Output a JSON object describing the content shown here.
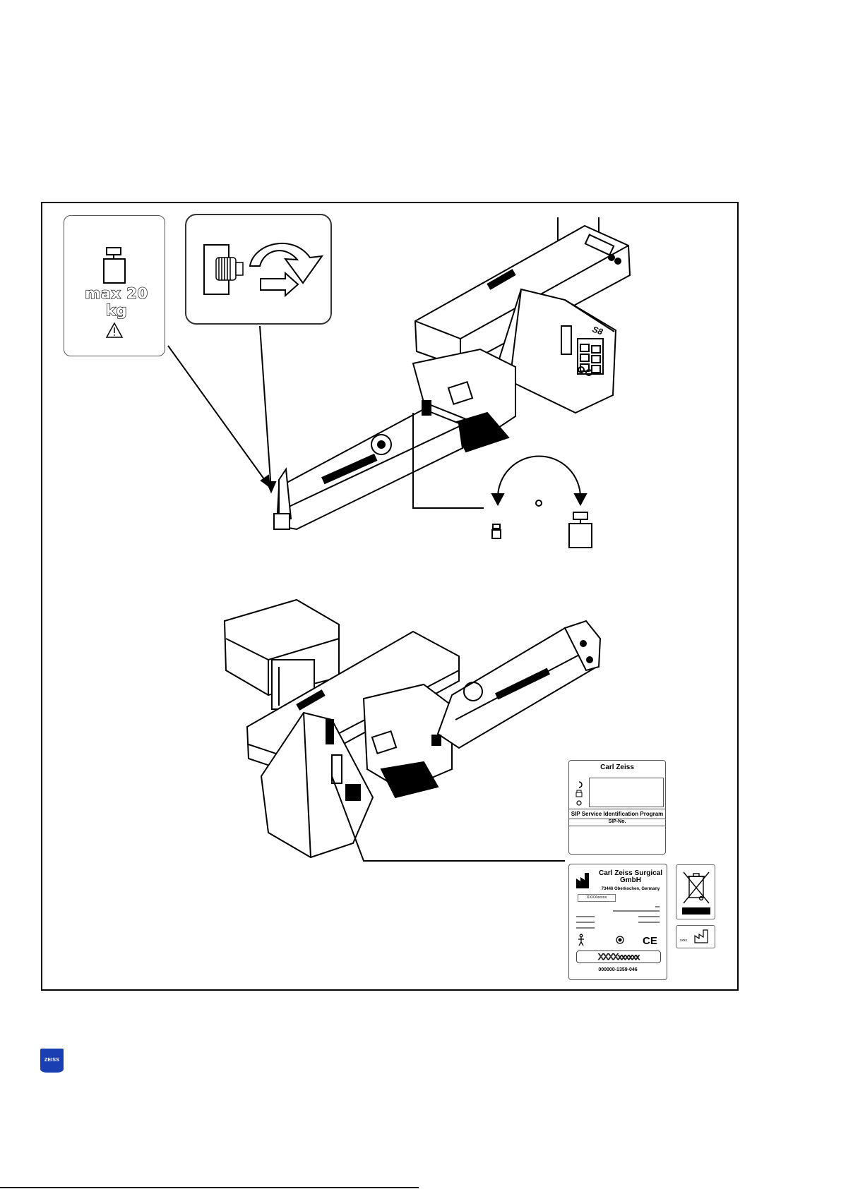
{
  "weight_label": {
    "text": "max  20 kg"
  },
  "serial_plate": {
    "brand": "Carl  Zeiss",
    "program": "SIP  Service  Identification  Program",
    "number_label": "SIP-No."
  },
  "rating_plate": {
    "manufacturer": "Carl  Zeiss  Surgical GmbH",
    "address": "73446  Oberkochen,  Germany",
    "serial_placeholder": "XXXXxxxxx",
    "barcode_text": "XXXXxxxxxx",
    "part_number": "000000-1359-046"
  },
  "date_label": {
    "placeholder": "xxxx"
  },
  "logo": {
    "text": "ZEISS",
    "color": "#1a3fb3"
  },
  "device_label": {
    "text": "S8"
  }
}
